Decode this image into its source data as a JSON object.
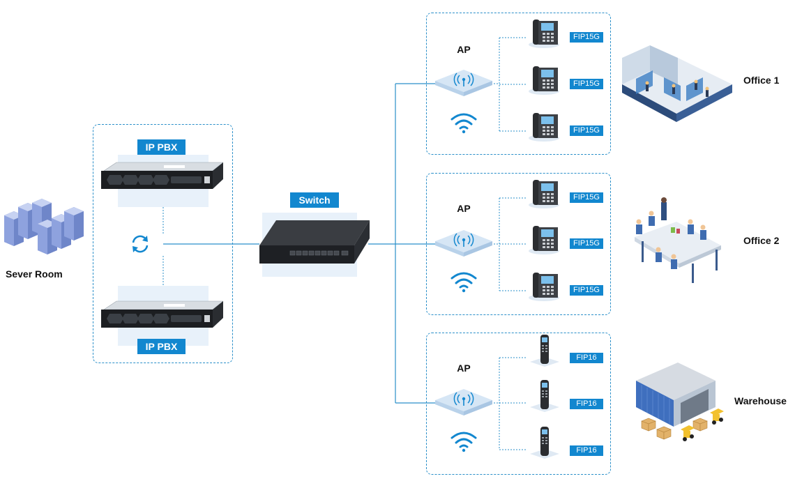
{
  "server_room": {
    "label": "Sever Room"
  },
  "pbx_group": {
    "top_label": "IP PBX",
    "bottom_label": "IP PBX"
  },
  "switch": {
    "label": "Switch"
  },
  "zones": [
    {
      "ap_label": "AP",
      "site_label": "Office 1",
      "devices": [
        "FIP15G",
        "FIP15G",
        "FIP15G"
      ]
    },
    {
      "ap_label": "AP",
      "site_label": "Office 2",
      "devices": [
        "FIP15G",
        "FIP15G",
        "FIP15G"
      ]
    },
    {
      "ap_label": "AP",
      "site_label": "Warehouse",
      "devices": [
        "FIP16",
        "FIP16",
        "FIP16"
      ]
    }
  ],
  "colors": {
    "accent": "#1287cf",
    "line": "#2a8fc9",
    "panel": "#e8f1fa"
  },
  "icons": [
    "server-rack-icon",
    "sync-icon",
    "access-point-icon",
    "wifi-icon",
    "desk-phone-icon",
    "handset-icon",
    "office-icon",
    "meeting-icon",
    "warehouse-icon"
  ]
}
